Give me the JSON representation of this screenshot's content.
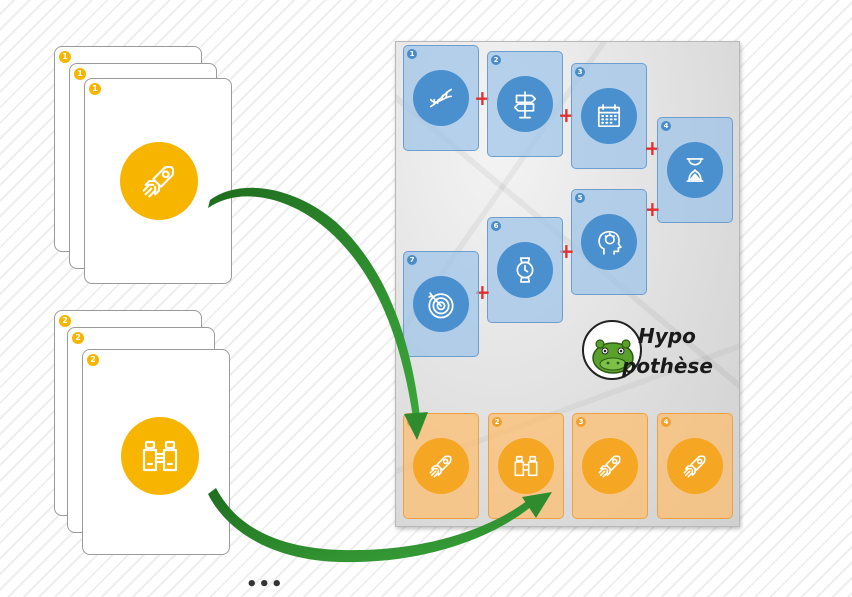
{
  "colors": {
    "card_accent": "#f7b500",
    "mini_blue_icon": "#4a90cf",
    "mini_orange_icon": "#f5a623",
    "arrow": "#2e8b2e",
    "plus": "#e03030",
    "hippo": "#5aa02c"
  },
  "deck1": {
    "badge": "1",
    "icon": "rocket-icon",
    "cards": 3
  },
  "deck2": {
    "badge": "2",
    "icon": "binoculars-icon",
    "cards": 3
  },
  "board": {
    "blue_cards": [
      {
        "num": "1",
        "icon": "dna-icon"
      },
      {
        "num": "2",
        "icon": "signpost-icon"
      },
      {
        "num": "3",
        "icon": "calendar-icon"
      },
      {
        "num": "4",
        "icon": "hourglass-icon"
      },
      {
        "num": "5",
        "icon": "brain-head-icon"
      },
      {
        "num": "6",
        "icon": "watch-icon"
      },
      {
        "num": "7",
        "icon": "target-icon"
      }
    ],
    "orange_cards": [
      {
        "num": "1",
        "icon": "rocket-icon"
      },
      {
        "num": "2",
        "icon": "binoculars-icon"
      },
      {
        "num": "3",
        "icon": "rocket-icon"
      },
      {
        "num": "4",
        "icon": "rocket-icon"
      }
    ],
    "plus_symbol": "+"
  },
  "logo": {
    "line1": "Hypo",
    "line2": "pothèse"
  },
  "ellipsis": "•••"
}
